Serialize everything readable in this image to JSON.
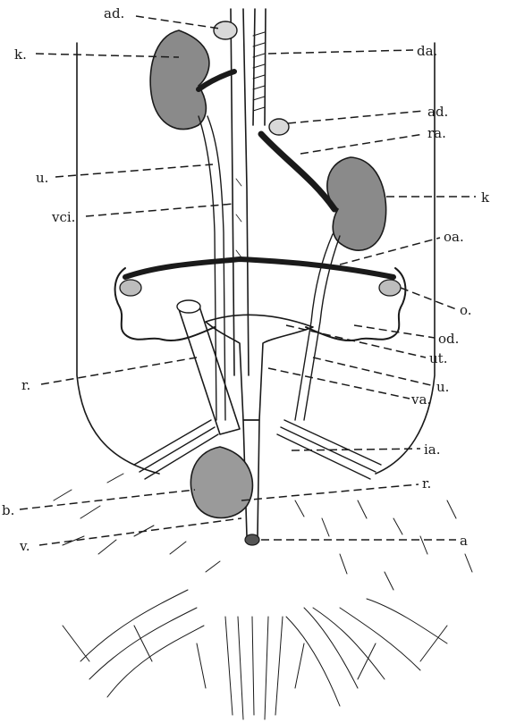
{
  "labels": {
    "ad_top": "ad.",
    "k_left": "k.",
    "da": "da.",
    "ad_right": "ad.",
    "ra": "ra.",
    "u_left": "u.",
    "k_right": "k",
    "vci": "vci.",
    "oa": "oa.",
    "o": "o.",
    "od": "od.",
    "ut": "ut.",
    "r_left": "r.",
    "u_right": "u.",
    "va": "va.",
    "ia": "ia.",
    "r_right": "r.",
    "b": "b.",
    "v": "v.",
    "a": "a"
  }
}
